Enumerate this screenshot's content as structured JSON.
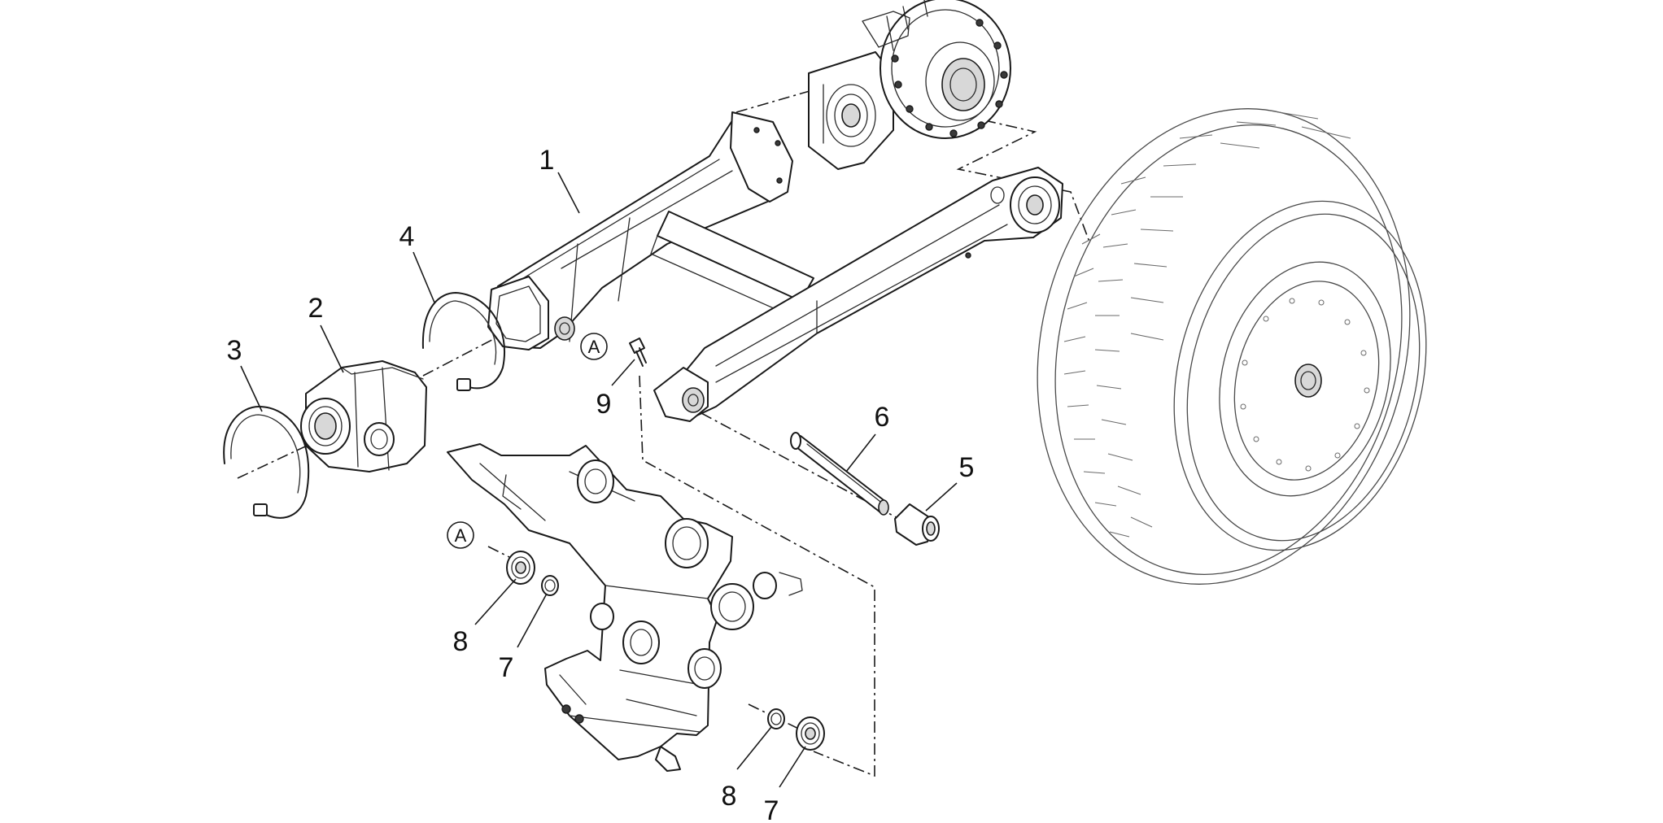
{
  "callouts": {
    "c1": "1",
    "c2": "2",
    "c3": "3",
    "c4": "4",
    "c5": "5",
    "c6": "6",
    "c7a": "7",
    "c7b": "7",
    "c8a": "8",
    "c8b": "8",
    "c9": "9"
  },
  "reference_marks": {
    "upper": "A",
    "lower": "A"
  },
  "colors": {
    "line": "#1a1a1a",
    "background": "#ffffff"
  }
}
